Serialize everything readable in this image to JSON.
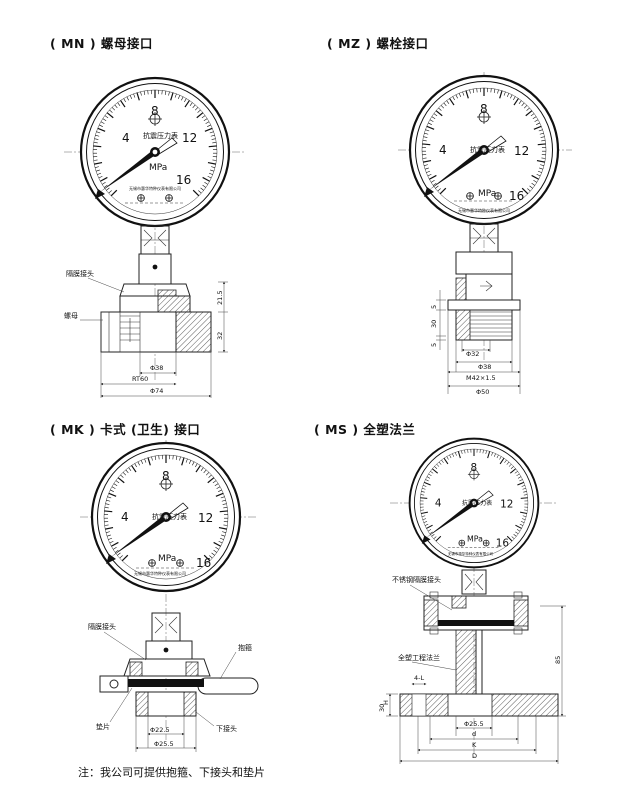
{
  "sections": [
    {
      "title": "( MN ) 螺母接口"
    },
    {
      "title": "( MZ ) 螺栓接口"
    },
    {
      "title": "( MK ) 卡式 (卫生) 接口"
    },
    {
      "title": "( MS ) 全塑法兰"
    }
  ],
  "gauge": {
    "scale": [
      "4",
      "8",
      "12",
      "16"
    ],
    "unit": "MPa",
    "dial_text": "抗震压力表",
    "maker": "无锡市惠华特种仪表有限公司"
  },
  "mn": {
    "labels": {
      "diaphragm": "隔膜接头",
      "nut": "螺母"
    },
    "dims": {
      "d38": "Φ38",
      "rt60": "RT60",
      "d74": "Φ74",
      "h1": "21.5",
      "h2": "32"
    }
  },
  "mz": {
    "dims": {
      "d32": "Φ32",
      "d38": "Φ38",
      "thread": "M42×1.5",
      "d50": "Φ50",
      "h5a": "5",
      "h30": "30",
      "h5b": "5"
    }
  },
  "mk": {
    "labels": {
      "diaphragm": "隔膜接头",
      "clamp": "抱箍",
      "gasket": "垫片",
      "lower": "下接头"
    },
    "dims": {
      "d225": "Φ22.5",
      "d255": "Φ25.5"
    }
  },
  "ms": {
    "labels": {
      "ss_diaphragm": "不锈钢隔膜接头",
      "flange": "全塑工程法兰"
    },
    "dims": {
      "four_l": "4-L",
      "d255": "Φ25.5",
      "d": "d",
      "k": "K",
      "D": "D",
      "h": "H",
      "h30": "30",
      "h85": "85"
    }
  },
  "note": "注：我公司可提供抱箍、下接头和垫片"
}
